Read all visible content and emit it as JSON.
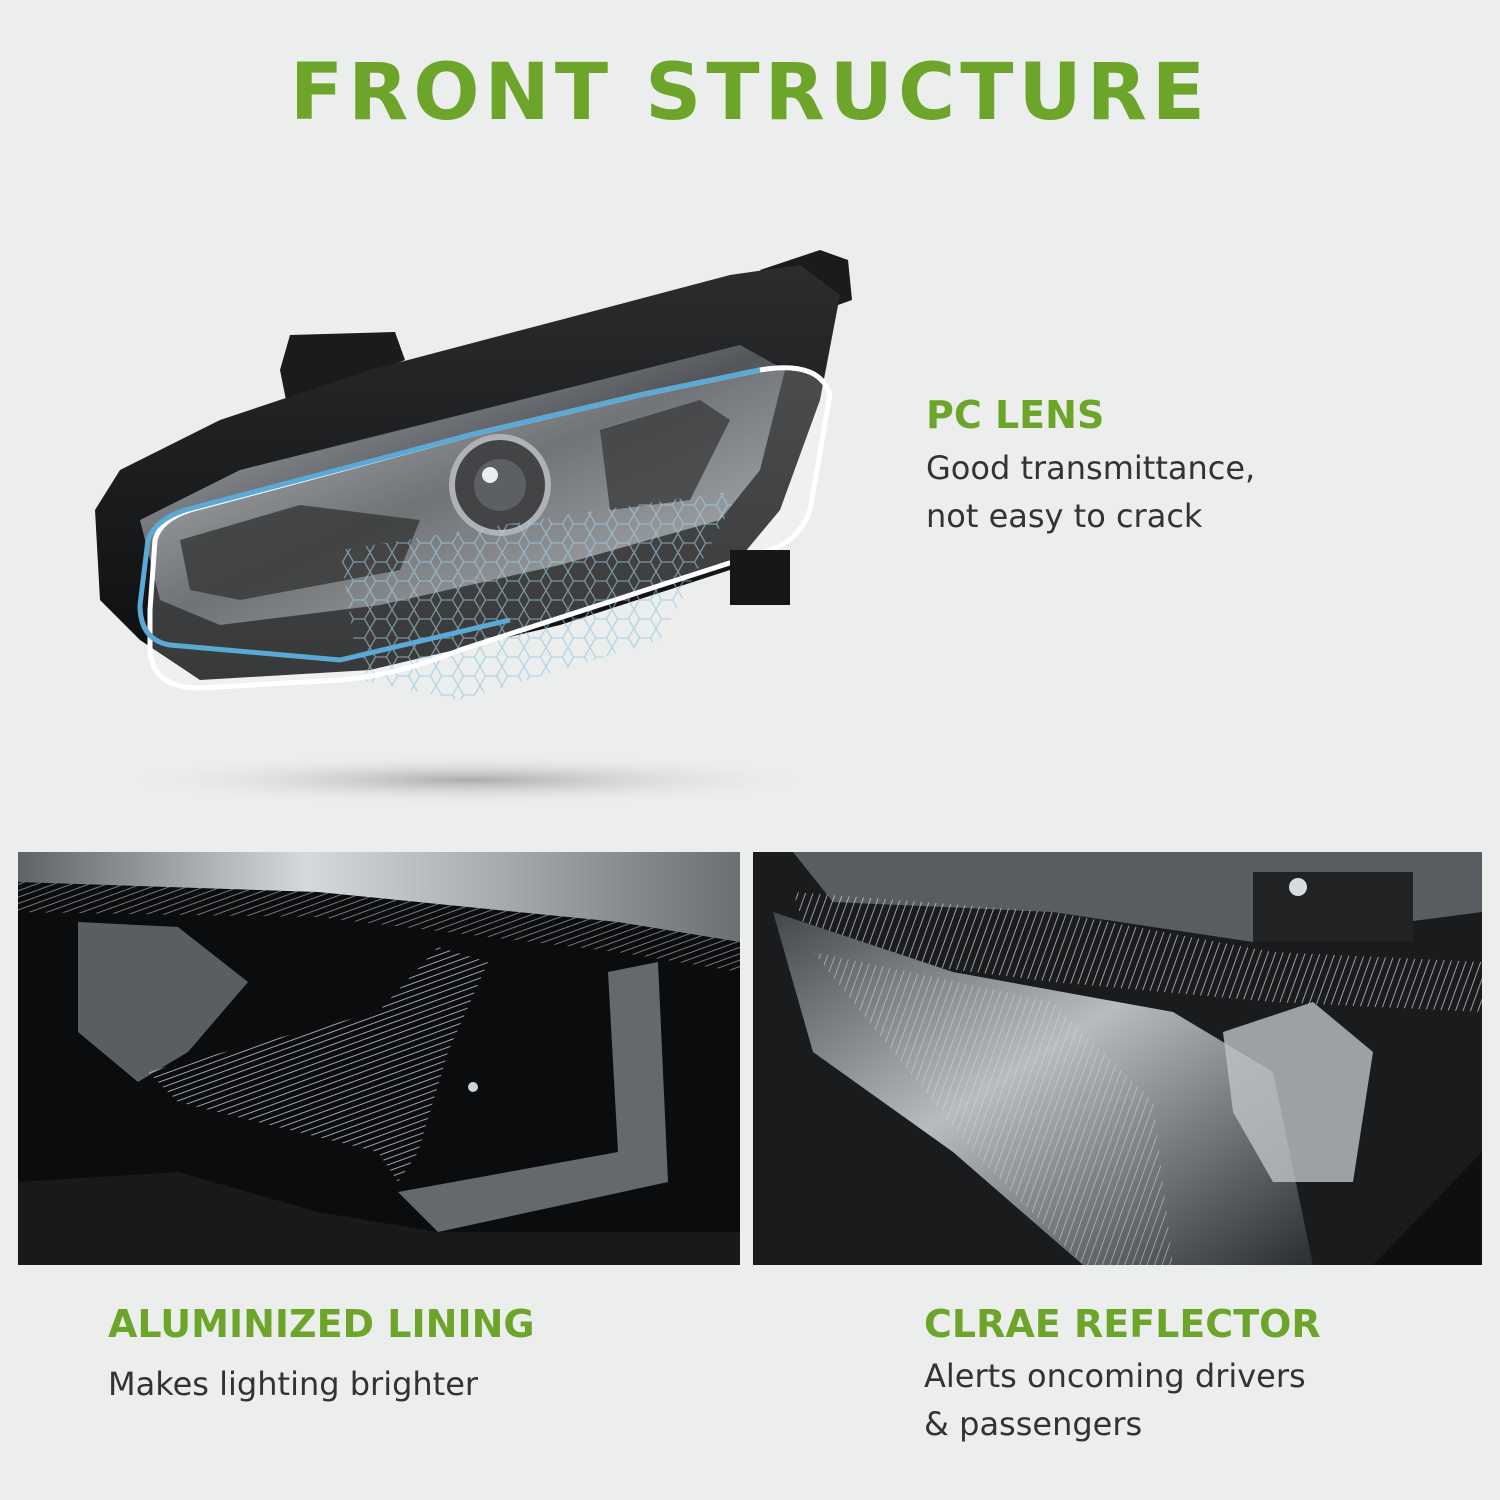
{
  "colors": {
    "accent": "#6da52a",
    "background": "#eceeed",
    "text": "#333333",
    "lens_outline": "#5aa9d6"
  },
  "header": {
    "title": "FRONT STRUCTURE"
  },
  "features": {
    "pc_lens": {
      "title": "PC LENS",
      "desc_line1": "Good transmittance,",
      "desc_line2": "not easy to crack"
    },
    "aluminized_lining": {
      "title": "ALUMINIZED LINING",
      "desc": "Makes lighting brighter"
    },
    "clear_reflector": {
      "title": "CLRAE REFLECTOR",
      "desc_line1": "Alerts oncoming drivers",
      "desc_line2": "& passengers"
    }
  },
  "images": {
    "hero": "headlight-assembly-photo",
    "left_detail": "aluminized-lining-closeup-photo",
    "right_detail": "reflector-closeup-photo"
  }
}
